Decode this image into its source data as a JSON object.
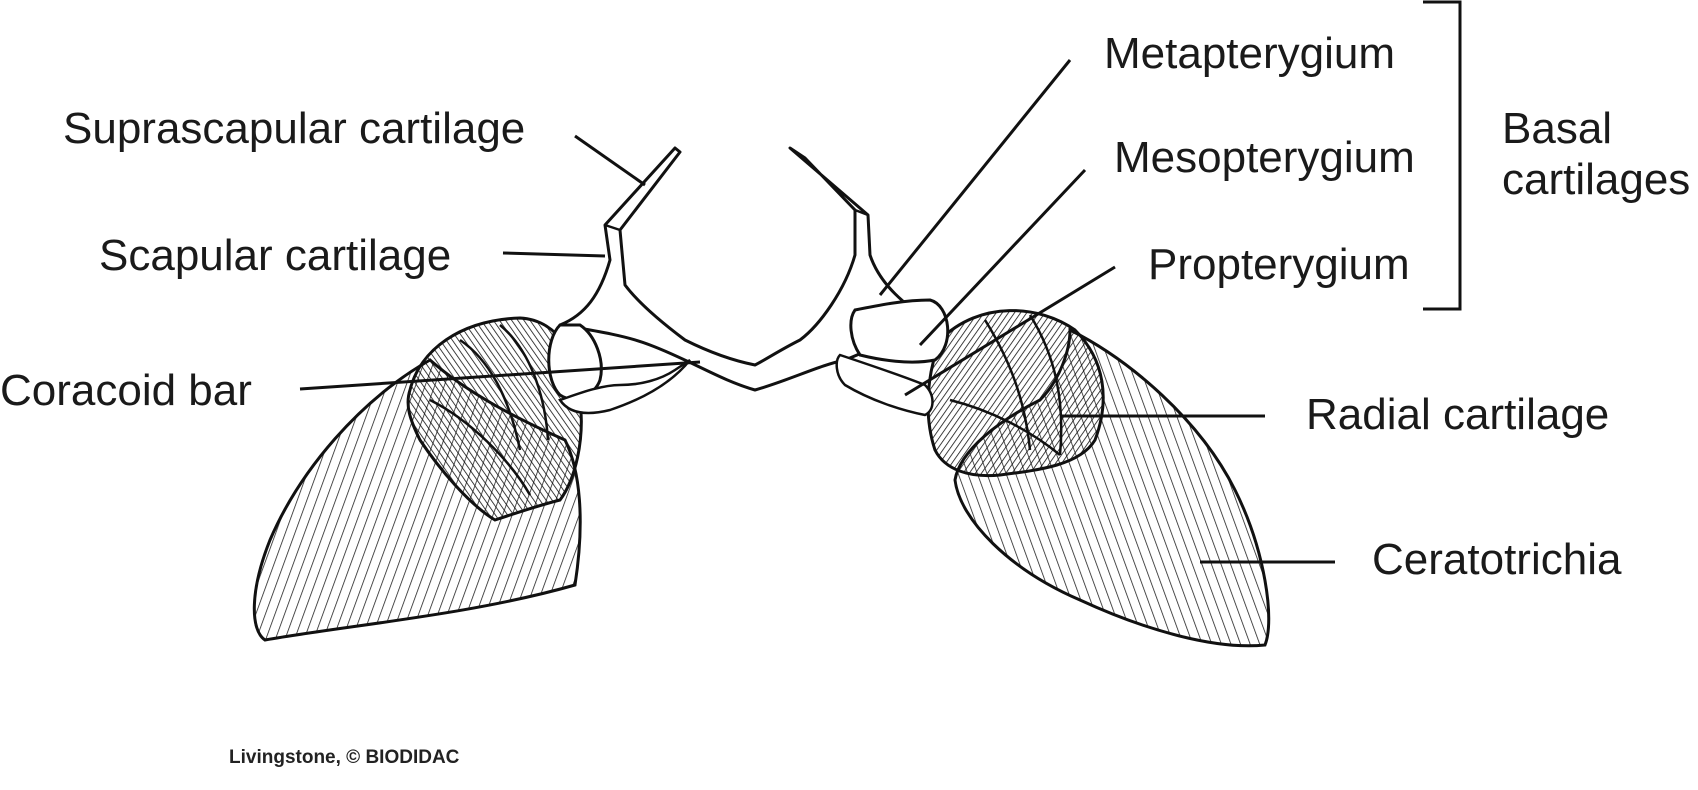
{
  "labels": {
    "suprascapular": "Suprascapular cartilage",
    "scapular": "Scapular cartilage",
    "coracoid": "Coracoid bar",
    "metapterygium": "Metapterygium",
    "mesopterygium": "Mesopterygium",
    "propterygium": "Propterygium",
    "basal_line1": "Basal",
    "basal_line2": "cartilages",
    "radial": "Radial cartilage",
    "ceratotrichia": "Ceratotrichia"
  },
  "credit": "Livingstone, © BIODIDAC"
}
